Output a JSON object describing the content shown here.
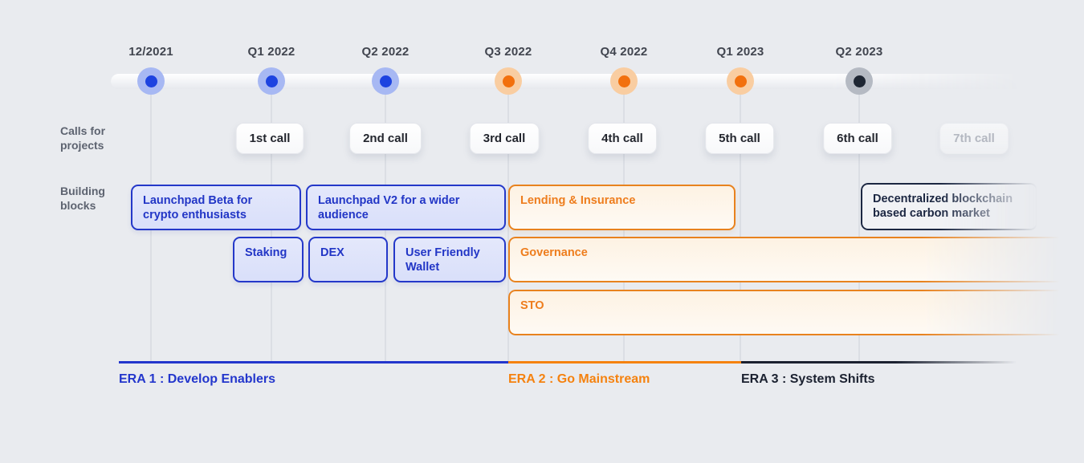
{
  "palette": {
    "background": "#e9ebef",
    "blue": "#2438c9",
    "blue_fill": "#dde3fa",
    "blue_dot": "#1d43e0",
    "blue_halo": "#a7b8f3",
    "orange": "#ee7d1d",
    "orange_fill": "#fdf2e3",
    "orange_dot": "#f2700d",
    "orange_halo": "#f9cda1",
    "dark": "#1c2742",
    "dark_dot": "#1e2633",
    "dark_halo": "#b5bac3"
  },
  "timeline": {
    "milestones": [
      {
        "label": "12/2021",
        "era": "blue"
      },
      {
        "label": "Q1 2022",
        "era": "blue"
      },
      {
        "label": "Q2 2022",
        "era": "blue"
      },
      {
        "label": "Q3 2022",
        "era": "orange"
      },
      {
        "label": "Q4 2022",
        "era": "orange"
      },
      {
        "label": "Q1 2023",
        "era": "orange"
      },
      {
        "label": "Q2 2023",
        "era": "dark"
      }
    ]
  },
  "calls_row": {
    "label": "Calls for projects",
    "items": [
      "1st call",
      "2nd call",
      "3rd call",
      "4th call",
      "5th call",
      "6th call",
      "7th call"
    ],
    "muted_item": "7th call"
  },
  "blocks_row": {
    "label": "Building blocks",
    "items": [
      {
        "label": "Launchpad Beta for crypto enthusiasts",
        "theme": "blue"
      },
      {
        "label": "Launchpad V2 for a wider audience",
        "theme": "blue"
      },
      {
        "label": "Lending & Insurance",
        "theme": "orange"
      },
      {
        "label": "Decentralized blockchain based carbon market",
        "theme": "dark"
      },
      {
        "label": "Staking",
        "theme": "blue"
      },
      {
        "label": "DEX",
        "theme": "blue"
      },
      {
        "label": "User Friendly Wallet",
        "theme": "blue"
      },
      {
        "label": "Governance",
        "theme": "orange"
      },
      {
        "label": "STO",
        "theme": "orange"
      }
    ]
  },
  "eras": [
    {
      "label": "ERA 1 : Develop Enablers",
      "color": "#2336cc"
    },
    {
      "label": "ERA 2 : Go Mainstream",
      "color": "#f5820f"
    },
    {
      "label": "ERA 3 : System Shifts",
      "color": "#1b2130"
    }
  ]
}
